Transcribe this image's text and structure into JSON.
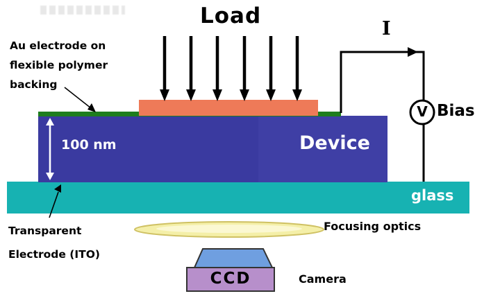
{
  "labels": {
    "load": "Load",
    "au_electrode": "Au electrode on\nflexible polymer\nbacking",
    "thickness": "100 nm",
    "device": "Device",
    "glass": "glass",
    "transparent_electrode": "Transparent\nElectrode (ITO)",
    "focusing_optics": "Focusing optics",
    "ccd": "CCD",
    "camera": "Camera",
    "current": "I",
    "voltmeter": "V",
    "bias": "Bias"
  },
  "colors": {
    "device_blue": "#3a3aa0",
    "device_highlight": "#4a4ab0",
    "load_pad_orange": "#ee7a58",
    "glass_teal": "#17b2b2",
    "electrode_green": "#1e7d1e",
    "lens_yellow": "#f4efa8",
    "lens_core": "#fbf8d2",
    "ccd_body_purple": "#b78fcb",
    "ccd_top_blue": "#6f9fe0",
    "wire_black": "#000000"
  }
}
